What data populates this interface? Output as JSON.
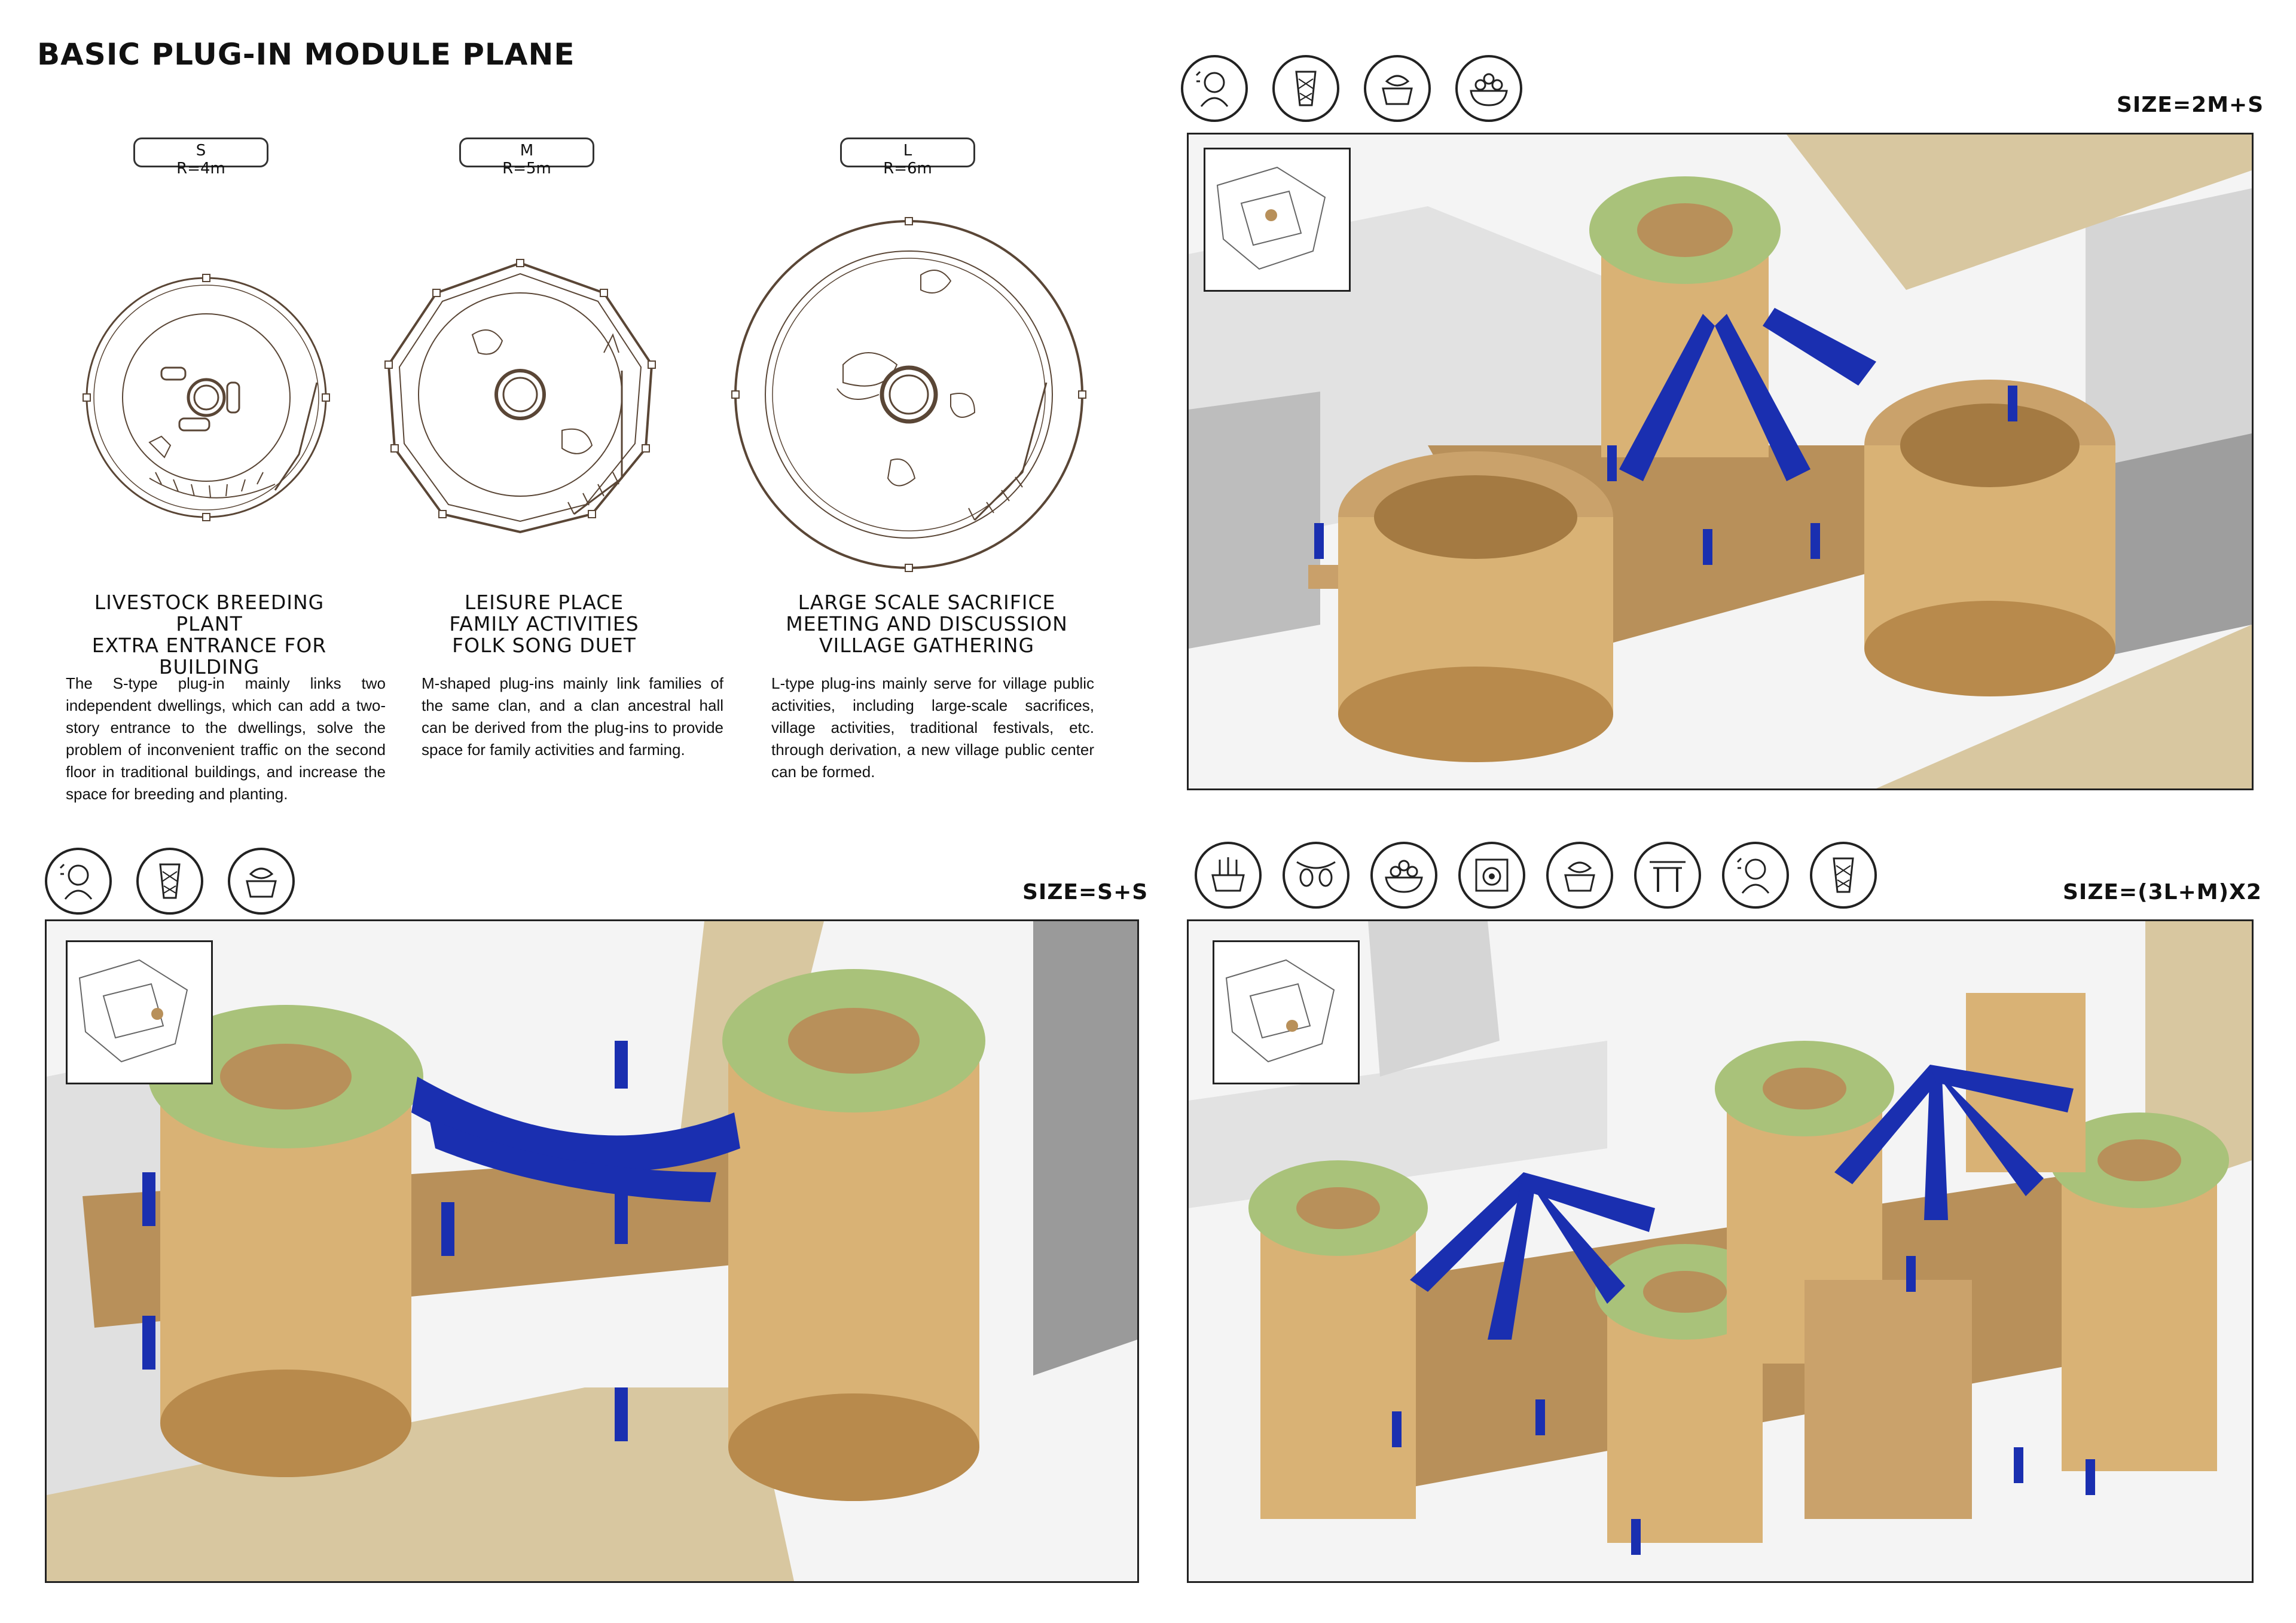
{
  "page": {
    "title": "BASIC PLUG-IN MODULE PLANE"
  },
  "modules": [
    {
      "size": "S",
      "radius": "R=4m",
      "heading": [
        "LIVESTOCK BREEDING",
        "PLANT",
        "EXTRA ENTRANCE FOR BUILDING"
      ],
      "description": "The S-type plug-in mainly links two independent dwellings, which can add a two-story entrance to the dwellings, solve the problem of inconvenient traffic on the second floor in traditional buildings, and increase the space for breeding and planting."
    },
    {
      "size": "M",
      "radius": "R=5m",
      "heading": [
        "LEISURE PLACE",
        "FAMILY ACTIVITIES",
        "FOLK SONG DUET"
      ],
      "description": "M-shaped plug-ins mainly link families of the same clan, and a clan ancestral hall can be derived from the plug-ins to provide space for family activities and farming."
    },
    {
      "size": "L",
      "radius": "R=6m",
      "heading": [
        "LARGE SCALE SACRIFICE",
        "MEETING AND DISCUSSION",
        "VILLAGE GATHERING"
      ],
      "description": "L-type plug-ins mainly serve for village public activities, including large-scale sacrifices, village activities, traditional festivals, etc. through derivation, a new village public center can be formed."
    }
  ],
  "panels": {
    "top_right": {
      "size_label": "SIZE=2M+S",
      "icons": [
        "singer-icon",
        "thread-spool-icon",
        "basket-fish-icon",
        "food-bowl-icon"
      ]
    },
    "bottom_left": {
      "size_label": "SIZE=S+S",
      "icons": [
        "singer-icon",
        "thread-spool-icon",
        "basket-fish-icon"
      ]
    },
    "bottom_right": {
      "size_label": "SIZE=(3L+M)X2",
      "icons": [
        "weaving-basket-icon",
        "lantern-icon",
        "food-bowl-icon",
        "gong-icon",
        "basket-fish-icon",
        "gate-icon",
        "singer-icon",
        "thread-spool-icon"
      ]
    }
  },
  "colors": {
    "timber": "#d9b275",
    "timber_dark": "#b88a4c",
    "deck": "#b8905a",
    "planter": "#a9c27a",
    "fabric": "#1a2fb0",
    "ground": "#d8c7a0",
    "wall": "#9a9a9a"
  }
}
